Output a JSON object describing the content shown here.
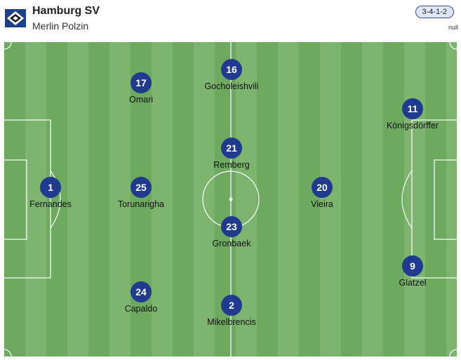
{
  "header": {
    "team_name": "Hamburg SV",
    "coach": "Merlin Polzin",
    "formation": "3-4-1-2",
    "null_label": "null"
  },
  "colors": {
    "player_circle": "#1f3a8f",
    "pitch_light": "#7db56f",
    "pitch_dark": "#6daa60",
    "lines": "#ffffff"
  },
  "players": [
    {
      "number": "1",
      "name": "Fernandes"
    },
    {
      "number": "17",
      "name": "Omari"
    },
    {
      "number": "25",
      "name": "Torunarigha"
    },
    {
      "number": "24",
      "name": "Capaldo"
    },
    {
      "number": "16",
      "name": "Gocholeishvili"
    },
    {
      "number": "21",
      "name": "Remberg"
    },
    {
      "number": "23",
      "name": "Gronbaek"
    },
    {
      "number": "2",
      "name": "Mikelbrencis"
    },
    {
      "number": "20",
      "name": "Vieira"
    },
    {
      "number": "11",
      "name": "Königsdörffer"
    },
    {
      "number": "9",
      "name": "Glatzel"
    }
  ]
}
